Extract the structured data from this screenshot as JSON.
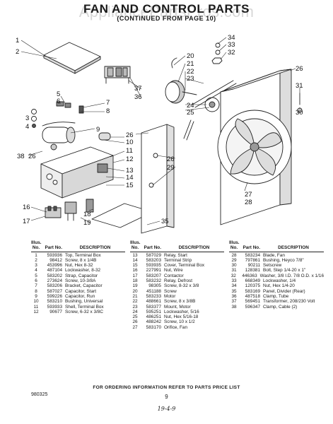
{
  "title": "FAN AND CONTROL PARTS",
  "subtitle": "(CONTINUED FROM PAGE 10)",
  "watermark": "AppliancePartsPros.com",
  "callouts": [
    "1",
    "2",
    "3",
    "4",
    "5",
    "6",
    "7",
    "8",
    "9",
    "10",
    "11",
    "12",
    "13",
    "14",
    "15",
    "16",
    "17",
    "18",
    "19",
    "20",
    "21",
    "22",
    "23",
    "24",
    "25",
    "26",
    "26",
    "26",
    "26",
    "27",
    "28",
    "29",
    "30",
    "31",
    "32",
    "33",
    "34",
    "35",
    "36",
    "37",
    "38"
  ],
  "table_headers": {
    "illus_no": "Illus. No.",
    "part_no": "Part No.",
    "description": "DESCRIPTION"
  },
  "parts_columns": [
    [
      {
        "illus": "1",
        "part": "593936",
        "desc": "Top, Terminal Box"
      },
      {
        "illus": "2",
        "part": "98412",
        "desc": "Screw, 8 x 1/4B"
      },
      {
        "illus": "3",
        "part": "453996",
        "desc": "Nut, Hex 8-32"
      },
      {
        "illus": "4",
        "part": "487104",
        "desc": "Lockwasher, 8-32"
      },
      {
        "illus": "5",
        "part": "583202",
        "desc": "Strap, Capacitor"
      },
      {
        "illus": "6",
        "part": "273624",
        "desc": "Screw, 10-3/8A"
      },
      {
        "illus": "7",
        "part": "583206",
        "desc": "Bracket, Capacitor"
      },
      {
        "illus": "8",
        "part": "587027",
        "desc": "Capacitor, Start"
      },
      {
        "illus": "9",
        "part": "599226",
        "desc": "Capacitor, Run"
      },
      {
        "illus": "10",
        "part": "583210",
        "desc": "Bushing, Universal"
      },
      {
        "illus": "11",
        "part": "593933",
        "desc": "Shell, Terminal Box"
      },
      {
        "illus": "12",
        "part": "90677",
        "desc": "Screw, 6-32 x 3/8C"
      }
    ],
    [
      {
        "illus": "13",
        "part": "587029",
        "desc": "Relay, Start"
      },
      {
        "illus": "14",
        "part": "583203",
        "desc": "Terminal Strip"
      },
      {
        "illus": "15",
        "part": "593935",
        "desc": "Cover, Terminal Box"
      },
      {
        "illus": "16",
        "part": "227991",
        "desc": "Nut, Wire"
      },
      {
        "illus": "17",
        "part": "583207",
        "desc": "Contactor"
      },
      {
        "illus": "18",
        "part": "583232",
        "desc": "Relay, Defrost"
      },
      {
        "illus": "19",
        "part": "98305",
        "desc": "Screw, 8-32 x 3/8"
      },
      {
        "illus": "20",
        "part": "451188",
        "desc": "Screw"
      },
      {
        "illus": "21",
        "part": "583233",
        "desc": "Motor"
      },
      {
        "illus": "22",
        "part": "488661",
        "desc": "Screw, 8 x 3/8B"
      },
      {
        "illus": "23",
        "part": "583377",
        "desc": "Mount, Motor"
      },
      {
        "illus": "24",
        "part": "595251",
        "desc": "Lockwasher, 5/16"
      },
      {
        "illus": "25",
        "part": "486251",
        "desc": "Nut, Hex 5/16-18"
      },
      {
        "illus": "26",
        "part": "488242",
        "desc": "Screw, 10 x 1/2"
      },
      {
        "illus": "27",
        "part": "583170",
        "desc": "Orifice, Fan"
      }
    ],
    [
      {
        "illus": "28",
        "part": "583234",
        "desc": "Blade, Fan"
      },
      {
        "illus": "29",
        "part": "797861",
        "desc": "Bushing, Heyco 7/8\""
      },
      {
        "illus": "30",
        "part": "90211",
        "desc": "Setscrew"
      },
      {
        "illus": "31",
        "part": "128381",
        "desc": "Bolt, Step 1/4-20 x 1\""
      },
      {
        "illus": "32",
        "part": "446363",
        "desc": "Washer, 3/8 I.D. 7/8 O.D. x 1/16"
      },
      {
        "illus": "33",
        "part": "668349",
        "desc": "Lockwasher, 1/4"
      },
      {
        "illus": "34",
        "part": "120375",
        "desc": "Nut, Hex 1/4-20"
      },
      {
        "illus": "35",
        "part": "583169",
        "desc": "Panel, Divider (Rear)"
      },
      {
        "illus": "36",
        "part": "487518",
        "desc": "Clamp, Tube"
      },
      {
        "illus": "37",
        "part": "569451",
        "desc": "Transformer, 208/230 Volt"
      },
      {
        "illus": "38",
        "part": "596347",
        "desc": "Clamp, Cable (2)"
      }
    ]
  ],
  "footer": {
    "order_info": "FOR ORDERING INFORMATION REFER TO PARTS PRICE LIST",
    "page_number": "9",
    "doc_code": "980325",
    "hand_date": "19-4-9"
  }
}
